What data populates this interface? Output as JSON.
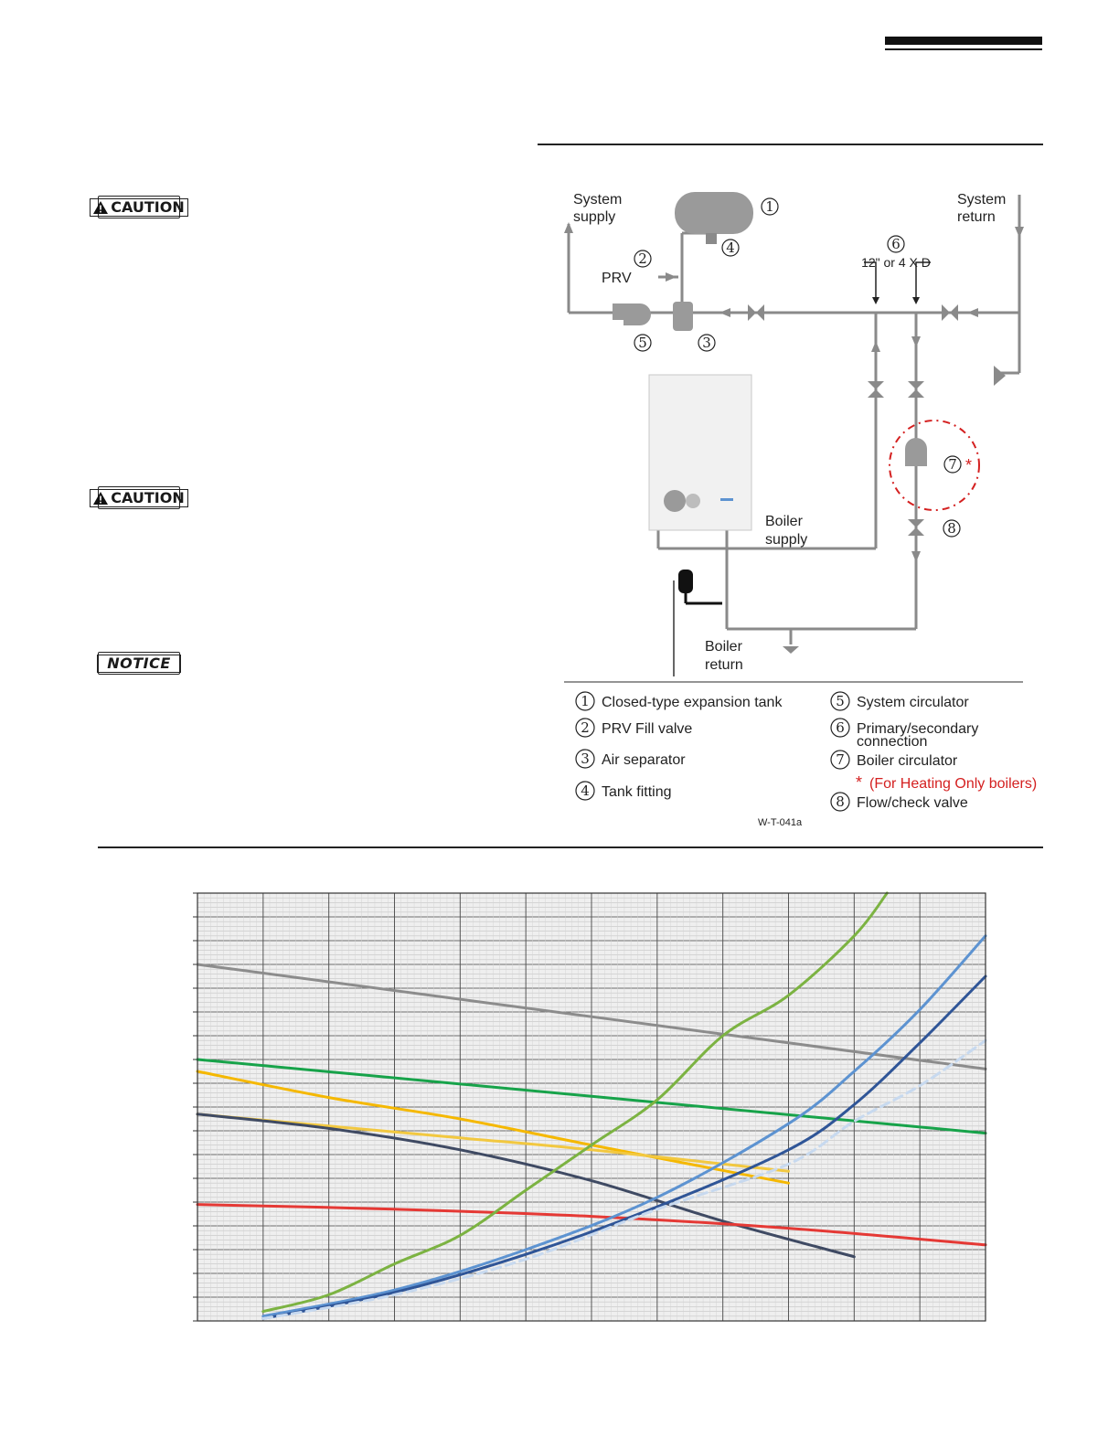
{
  "caution_badges": [
    {
      "text": "CAUTION",
      "icon": "warning-triangle-icon"
    },
    {
      "text": "CAUTION",
      "icon": "warning-triangle-icon"
    }
  ],
  "notice_badge": {
    "text": "NOTICE"
  },
  "diagram": {
    "labels": {
      "system_supply_line1": "System",
      "system_supply_line2": "supply",
      "system_return_line1": "System",
      "system_return_line2": "return",
      "prv": "PRV",
      "spacing": "12\" or 4 X D",
      "boiler_supply_line1": "Boiler",
      "boiler_supply_line2": "supply",
      "boiler_return_line1": "Boiler",
      "boiler_return_line2": "return"
    },
    "legend": [
      {
        "num": "1",
        "text": "Closed-type expansion tank"
      },
      {
        "num": "2",
        "text": "PRV Fill valve"
      },
      {
        "num": "3",
        "text": "Air separator"
      },
      {
        "num": "4",
        "text": "Tank fitting"
      },
      {
        "num": "5",
        "text": "System circulator"
      },
      {
        "num": "6",
        "text": "Primary/secondary",
        "text2": "connection"
      },
      {
        "num": "7",
        "text": "Boiler circulator"
      },
      {
        "num": "8",
        "text": "Flow/check valve"
      }
    ],
    "footnote_star": "*",
    "footnote": "(For Heating Only boilers)",
    "figure_code": "W-T-041a",
    "colors": {
      "pipe": "#8a8a8a",
      "highlight": "#d42020",
      "footnote": "#d42020"
    }
  },
  "chart_data": {
    "type": "line",
    "xlim": [
      0,
      12
    ],
    "ylim": [
      0,
      18
    ],
    "grid": true,
    "series": [
      {
        "color": "#8c8c8c",
        "x": [
          0,
          12
        ],
        "y": [
          15.0,
          10.6
        ]
      },
      {
        "color": "#17a34a",
        "x": [
          0,
          12
        ],
        "y": [
          11.0,
          7.9
        ]
      },
      {
        "color": "#f5b800",
        "x": [
          0,
          2,
          4,
          6,
          9
        ],
        "y": [
          10.5,
          9.4,
          8.5,
          7.4,
          5.8
        ]
      },
      {
        "color": "#f2c840",
        "x": [
          0,
          2,
          4,
          6,
          9
        ],
        "y": [
          8.7,
          8.2,
          7.7,
          7.2,
          6.3
        ]
      },
      {
        "color": "#3f4a63",
        "x": [
          0,
          2,
          4,
          6,
          8,
          10
        ],
        "y": [
          8.7,
          8.1,
          7.2,
          5.9,
          4.2,
          2.7
        ]
      },
      {
        "color": "#e53935",
        "x": [
          0,
          3,
          6,
          9,
          12
        ],
        "y": [
          4.9,
          4.7,
          4.4,
          3.9,
          3.2
        ]
      },
      {
        "color": "#7cb342",
        "x": [
          1,
          2,
          3,
          4,
          5,
          6,
          7,
          8,
          9,
          10,
          10.5
        ],
        "y": [
          0.4,
          1.1,
          2.4,
          3.6,
          5.5,
          7.4,
          9.3,
          12.0,
          13.7,
          16.2,
          18.0
        ]
      },
      {
        "color": "#5d93d1",
        "x": [
          1,
          3,
          5,
          7,
          9,
          10,
          11,
          12
        ],
        "y": [
          0.2,
          1.3,
          3.0,
          5.2,
          8.3,
          10.5,
          13.1,
          16.2
        ]
      },
      {
        "color": "#2f5597",
        "x": [
          1,
          3,
          5,
          7,
          9,
          10,
          11,
          12
        ],
        "y": [
          0.1,
          1.2,
          2.8,
          4.8,
          7.2,
          9.1,
          11.7,
          14.5
        ]
      },
      {
        "color": "#c7d9ef",
        "dashed": true,
        "x": [
          1,
          3,
          5,
          7,
          9,
          10,
          11,
          12
        ],
        "y": [
          0.1,
          1.1,
          2.6,
          4.7,
          6.6,
          8.4,
          9.9,
          11.8
        ]
      }
    ]
  }
}
